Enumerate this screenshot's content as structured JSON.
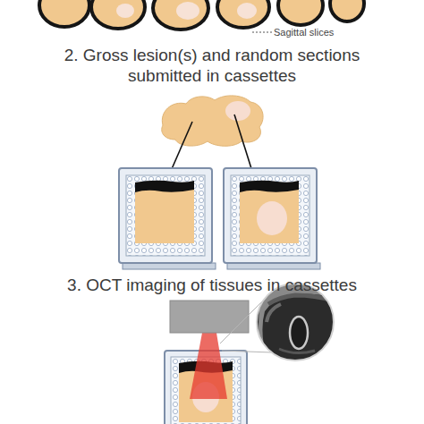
{
  "diagram": {
    "labels": [
      "Sagittal slices",
      "2. Gross lesion(s) and random sections submitted in cassettes",
      "3. OCT imaging of tissues in cassettes"
    ]
  }
}
